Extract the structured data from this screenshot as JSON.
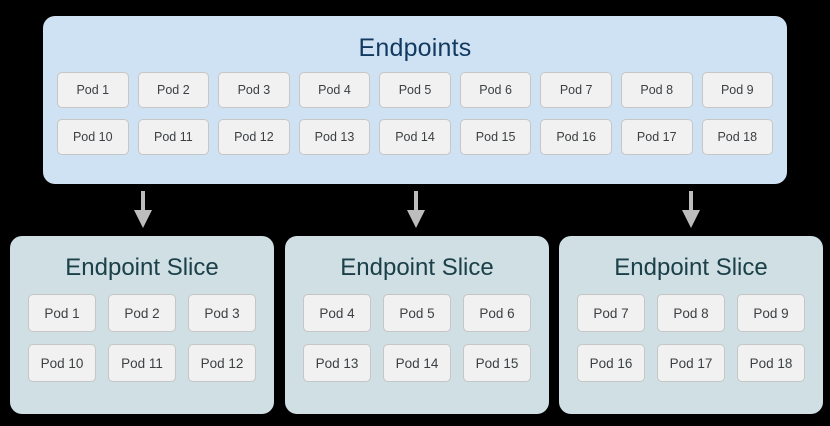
{
  "colors": {
    "page_background": "#000000",
    "endpoints_panel": "#cfe2f3",
    "endpoints_title": "#12395f",
    "slice_panel": "#cfdfe3",
    "slice_title": "#1b4049",
    "pod_fill": "#f1f1f1",
    "pod_border": "#c6c6c6",
    "pod_text": "#3c4043",
    "arrow": "#bdbdbd"
  },
  "endpoints": {
    "title": "Endpoints",
    "rows": [
      [
        "Pod 1",
        "Pod 2",
        "Pod 3",
        "Pod 4",
        "Pod 5",
        "Pod 6",
        "Pod 7",
        "Pod 8",
        "Pod 9"
      ],
      [
        "Pod 10",
        "Pod 11",
        "Pod 12",
        "Pod 13",
        "Pod 14",
        "Pod 15",
        "Pod 16",
        "Pod 17",
        "Pod 18"
      ]
    ]
  },
  "arrows": [
    {
      "name": "arrow-to-slice-1"
    },
    {
      "name": "arrow-to-slice-2"
    },
    {
      "name": "arrow-to-slice-3"
    }
  ],
  "slices": [
    {
      "title": "Endpoint Slice",
      "rows": [
        [
          "Pod 1",
          "Pod 2",
          "Pod 3"
        ],
        [
          "Pod 10",
          "Pod 11",
          "Pod 12"
        ]
      ]
    },
    {
      "title": "Endpoint Slice",
      "rows": [
        [
          "Pod 4",
          "Pod 5",
          "Pod 6"
        ],
        [
          "Pod 13",
          "Pod 14",
          "Pod 15"
        ]
      ]
    },
    {
      "title": "Endpoint Slice",
      "rows": [
        [
          "Pod 7",
          "Pod 8",
          "Pod 9"
        ],
        [
          "Pod 16",
          "Pod 17",
          "Pod 18"
        ]
      ]
    }
  ]
}
